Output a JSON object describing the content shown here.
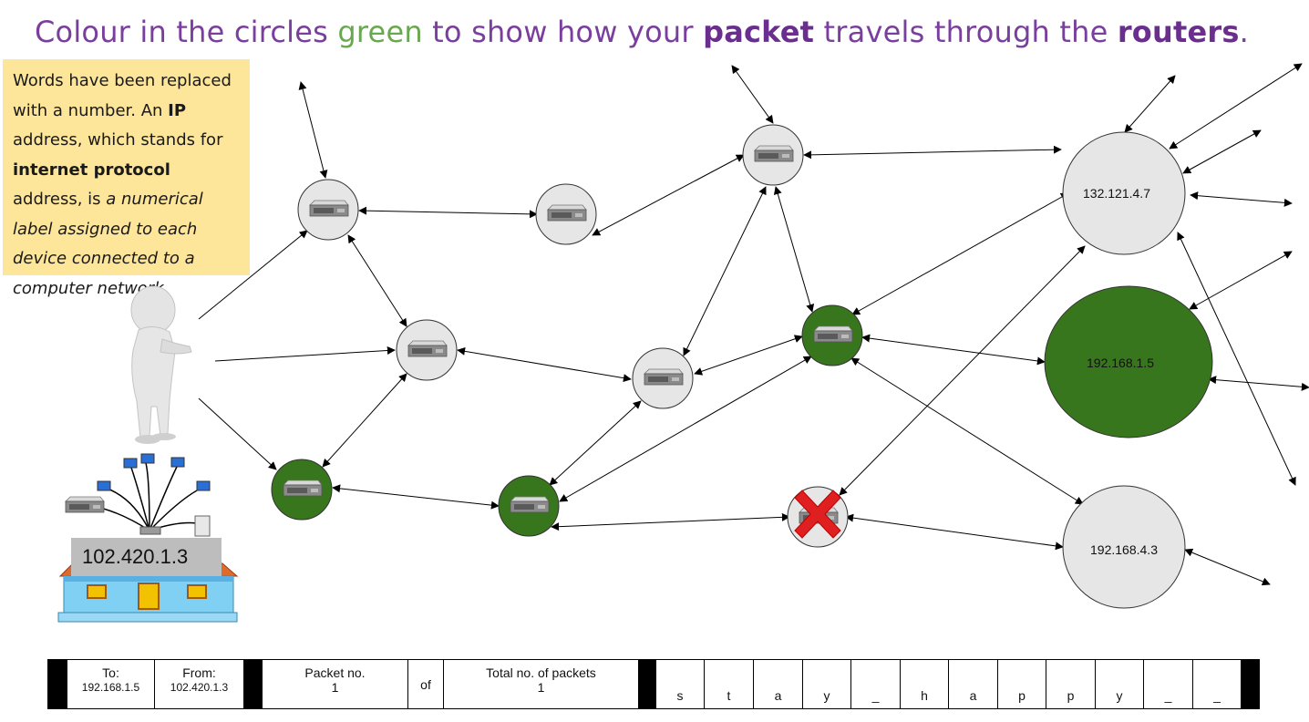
{
  "title": {
    "part1": "Colour in the circles ",
    "green_word": "green",
    "part2": " to show how your ",
    "bold1": "packet",
    "part3": " travels through the ",
    "bold2": "routers",
    "end": "."
  },
  "info_box": {
    "text1": "Words have been replaced with a number.  An ",
    "bold_ip": "IP",
    "text2": " address, which stands for ",
    "bold_term": "internet protocol",
    "text3": " address, is ",
    "italic_text": "a numerical label assigned to each device connected to a computer network."
  },
  "house": {
    "ip_label": "102.420.1.3"
  },
  "nodes": {
    "n_top_right": "132.121.4.7",
    "n_dest": "192.168.1.5",
    "n_bottom_right": "192.168.4.3"
  },
  "colors": {
    "green_fill": "#38761d",
    "grey_fill": "#e6e6e6",
    "title_purple": "#7a3f9e",
    "note_yellow": "#fde59a",
    "cross_red": "#e02020"
  },
  "packet": {
    "to_label": "To:",
    "to_value": "192.168.1.5",
    "from_label": "From:",
    "from_value": "102.420.1.3",
    "packet_no_label": "Packet no.",
    "packet_no_value": "1",
    "of_label": "of",
    "total_label": "Total no. of packets",
    "total_value": "1",
    "letters": [
      "s",
      "t",
      "a",
      "y",
      "_",
      "h",
      "a",
      "p",
      "p",
      "y",
      "_",
      "_"
    ]
  }
}
